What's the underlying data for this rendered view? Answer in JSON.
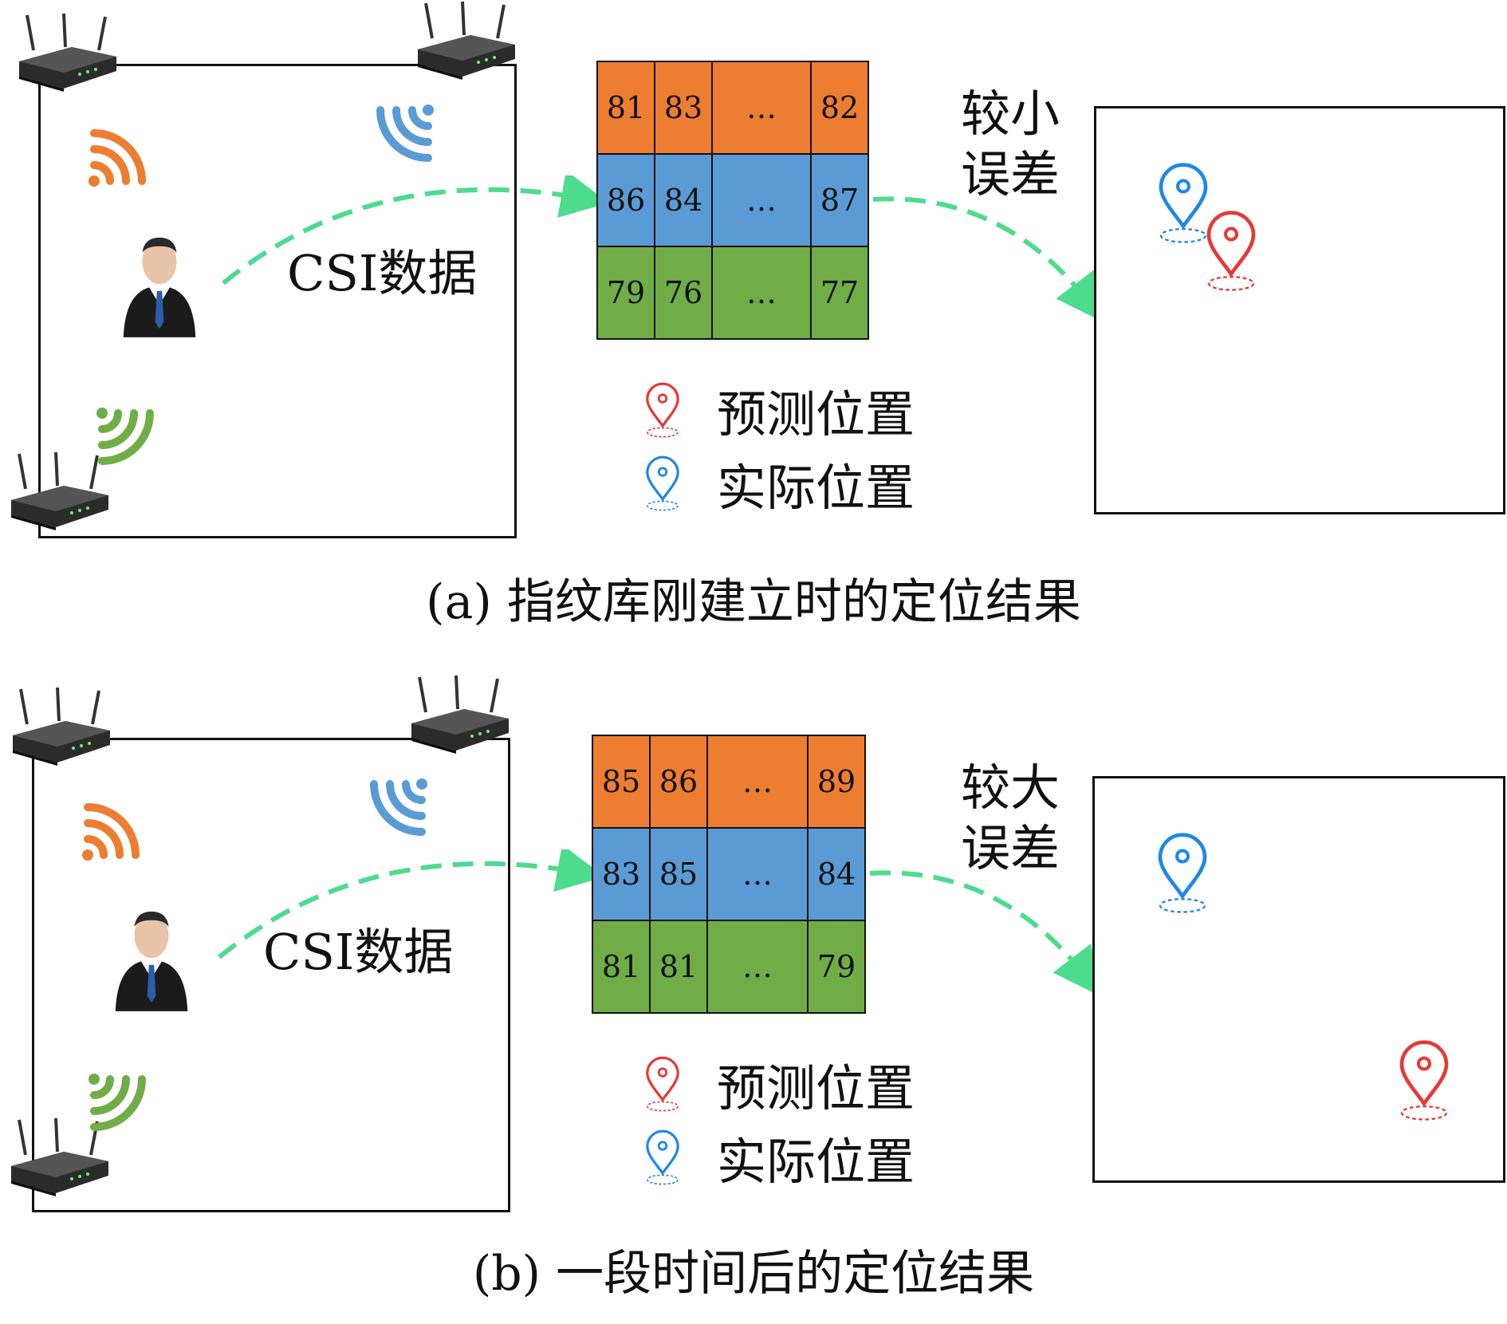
{
  "colors": {
    "orange": "#ED7D31",
    "blue": "#5B9BD5",
    "green": "#70AD47",
    "arrow": "#4DDB8E",
    "pin_red": "#E53935",
    "pin_blue": "#1E88E5"
  },
  "panels": [
    {
      "csi_label": "CSI数据",
      "error_label_line1": "较小",
      "error_label_line2": "误差",
      "grid": [
        [
          "81",
          "83",
          "…",
          "82"
        ],
        [
          "86",
          "84",
          "…",
          "87"
        ],
        [
          "79",
          "76",
          "…",
          "77"
        ]
      ],
      "legend": [
        {
          "icon": "red-location-pin-icon",
          "label": "预测位置"
        },
        {
          "icon": "blue-location-pin-icon",
          "label": "实际位置"
        }
      ],
      "caption": "(a) 指纹库刚建立时的定位结果"
    },
    {
      "csi_label": "CSI数据",
      "error_label_line1": "较大",
      "error_label_line2": "误差",
      "grid": [
        [
          "85",
          "86",
          "…",
          "89"
        ],
        [
          "83",
          "85",
          "…",
          "84"
        ],
        [
          "81",
          "81",
          "…",
          "79"
        ]
      ],
      "legend": [
        {
          "icon": "red-location-pin-icon",
          "label": "预测位置"
        },
        {
          "icon": "blue-location-pin-icon",
          "label": "实际位置"
        }
      ],
      "caption": "(b) 一段时间后的定位结果"
    }
  ]
}
